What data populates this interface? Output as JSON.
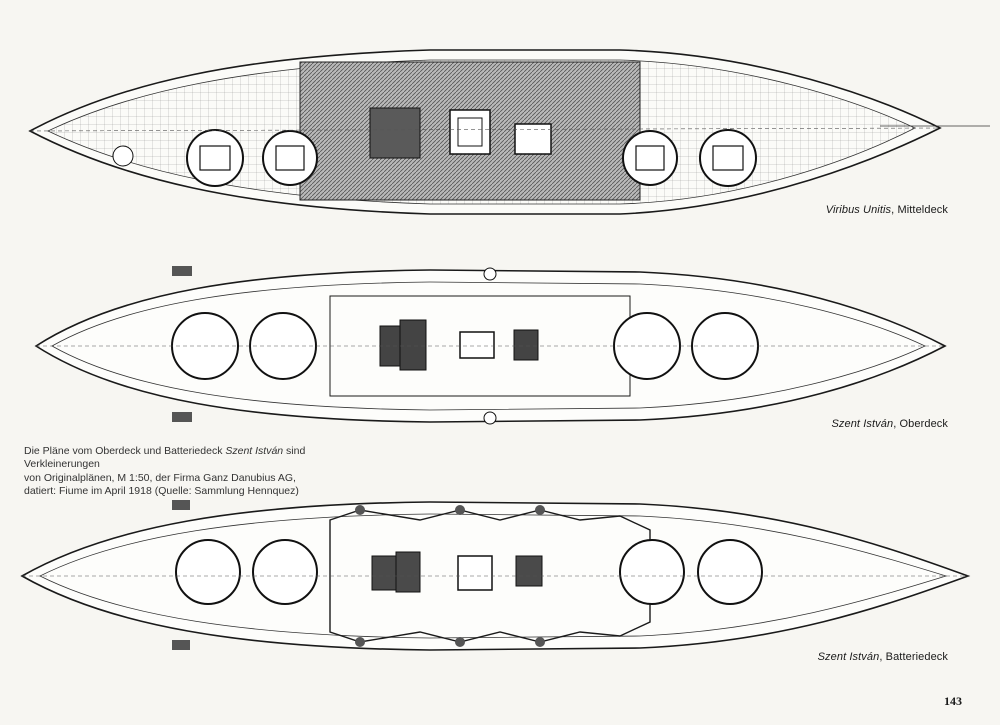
{
  "plans": [
    {
      "ship": "Viribus Unitis",
      "deck": ", Mitteldeck"
    },
    {
      "ship": "Szent István",
      "deck": ", Oberdeck"
    },
    {
      "ship": "Szent István",
      "deck": ", Batteriedeck"
    }
  ],
  "note": {
    "line1_a": "Die Pläne vom Oberdeck und Batteriedeck ",
    "line1_ship": "Szent István",
    "line1_b": " sind Verkleinerungen",
    "line2": "von Originalplänen, M 1:50, der Firma Ganz Danubius AG,",
    "line3": "datiert: Fiume im April 1918 (Quelle: Sammlung Hennquez)"
  },
  "page_number": "143",
  "colors": {
    "ink": "#1a1a1a",
    "paper": "#f7f6f2",
    "hatch": "#6a6a6a"
  }
}
